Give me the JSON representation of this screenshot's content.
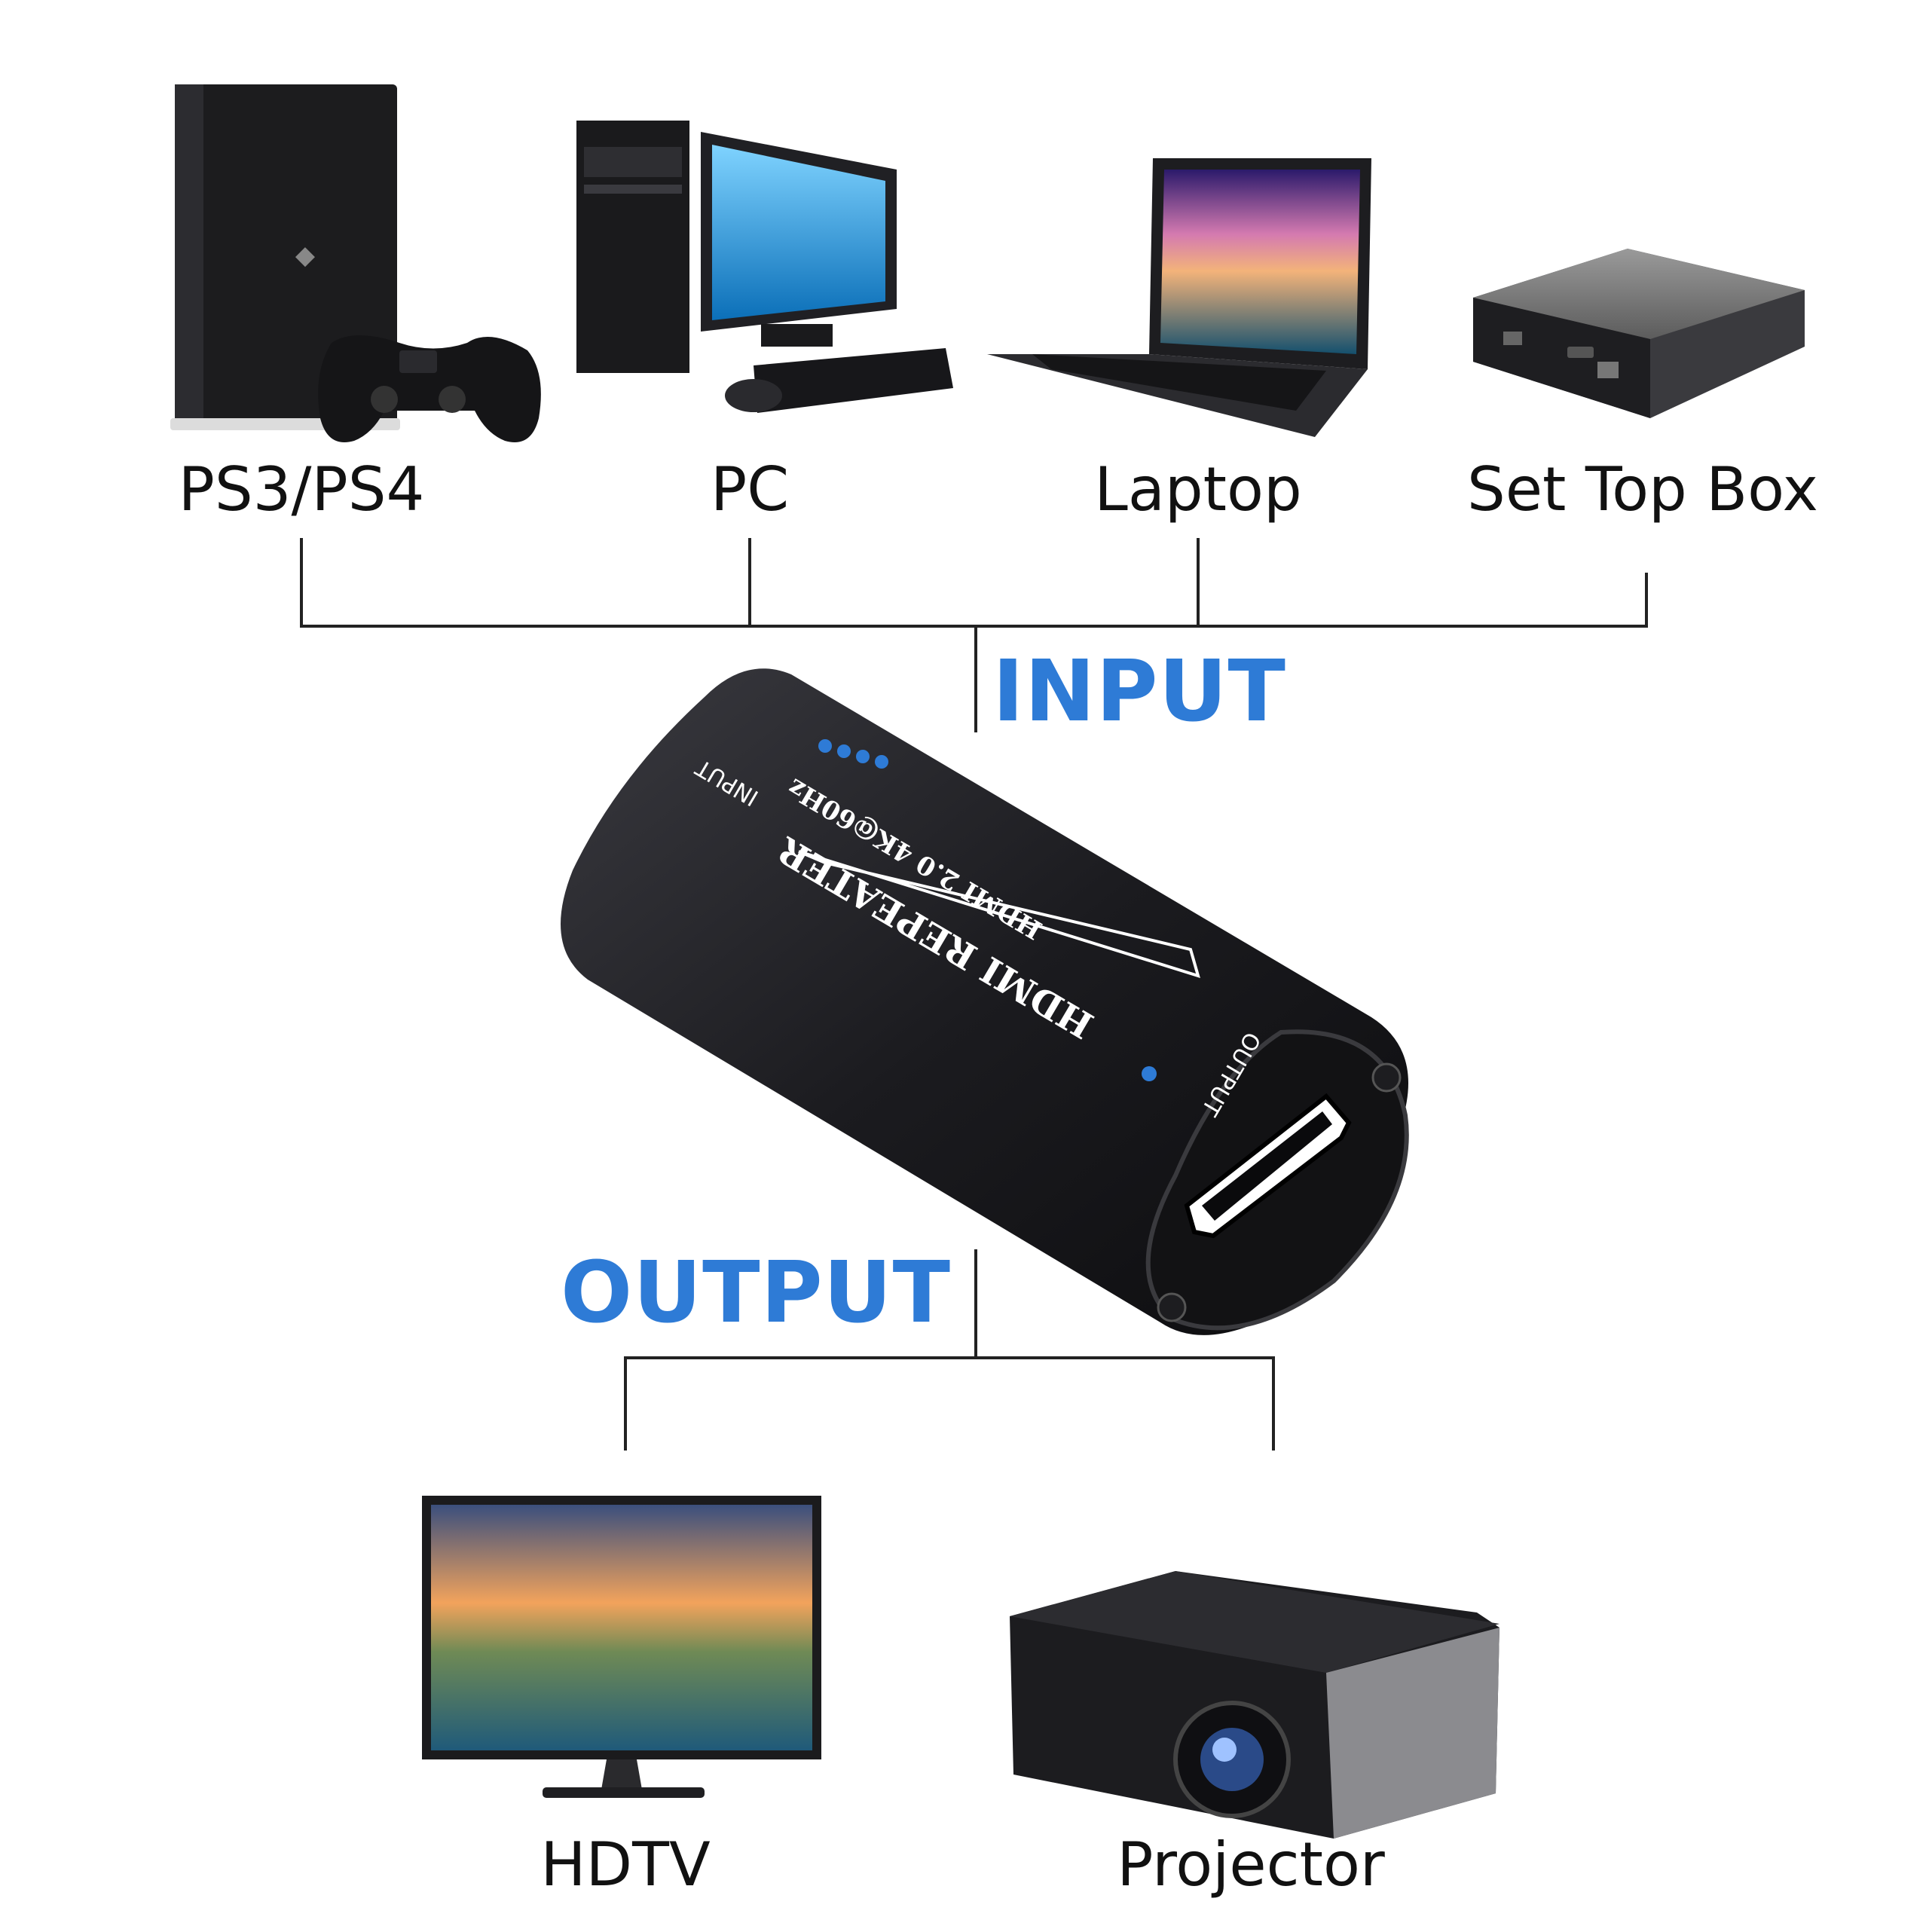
{
  "colors": {
    "accent": "#2e7bd6",
    "line": "#222222",
    "device_body": "#1a1a1d",
    "device_label": "#ffffff"
  },
  "labels": {
    "input_section": "INPUT",
    "output_section": "OUTPUT"
  },
  "input_devices": [
    {
      "name": "PS3/PS4",
      "icon": "game-console-icon"
    },
    {
      "name": "PC",
      "icon": "desktop-computer-icon"
    },
    {
      "name": "Laptop",
      "icon": "laptop-icon"
    },
    {
      "name": "Set Top Box",
      "icon": "set-top-box-icon"
    }
  ],
  "output_devices": [
    {
      "name": "HDTV",
      "icon": "monitor-icon"
    },
    {
      "name": "Projector",
      "icon": "projector-icon"
    }
  ],
  "repeater": {
    "title": "HDMI REPEATER",
    "spec": "HDMI 2.0  4K@60Hz",
    "input_port_label": "INPUT",
    "output_port_label": "OUTPUT"
  }
}
